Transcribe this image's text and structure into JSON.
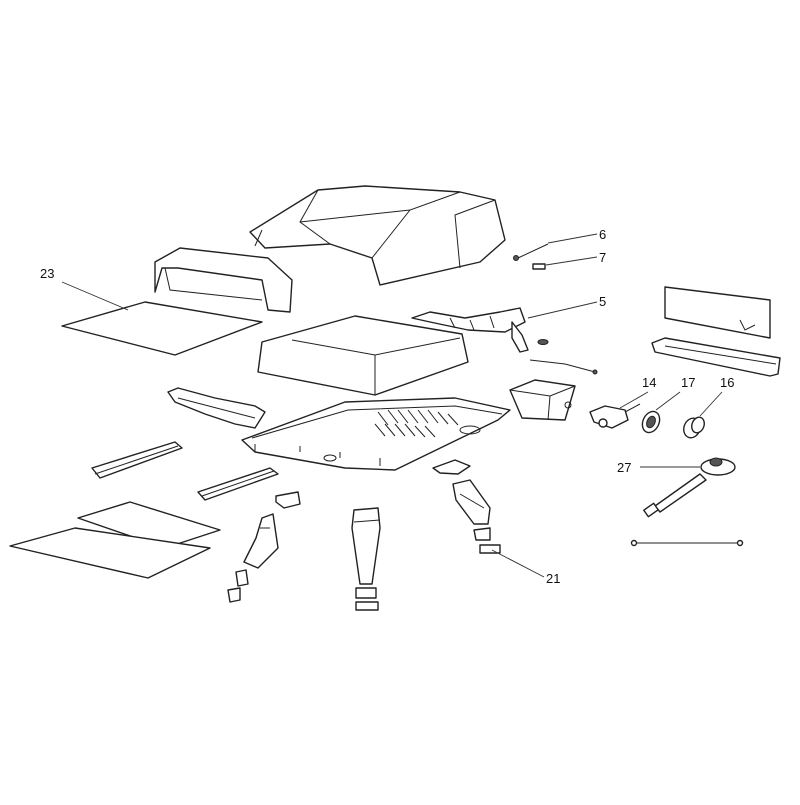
{
  "callouts": {
    "c6": "6",
    "c7": "7",
    "c5": "5",
    "c23": "23",
    "c14": "14",
    "c17": "17",
    "c16": "16",
    "c27": "27",
    "c21": "21"
  }
}
